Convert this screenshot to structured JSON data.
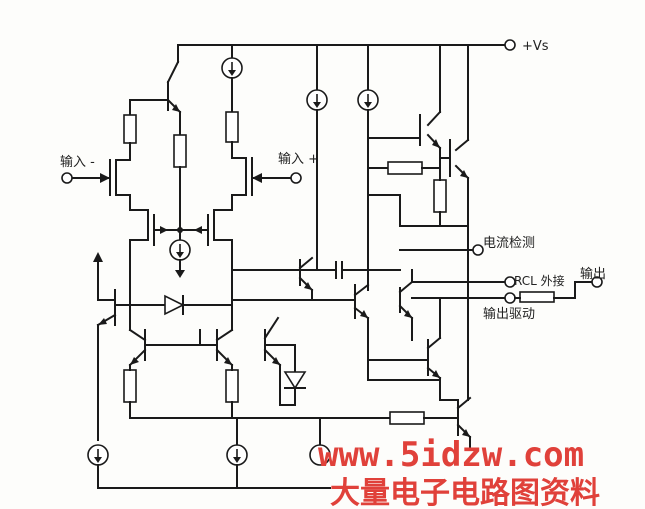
{
  "labels": {
    "supply": "+Vs",
    "input_minus": "输入 -",
    "input_plus": "输入 +",
    "current_sense": "电流检测",
    "rcl_external": "RCL 外接",
    "output": "输出",
    "output_drive": "输出驱动"
  },
  "watermark": {
    "url": "www.5idzw.com",
    "caption": "大量电子电路图资料"
  },
  "colors": {
    "ink": "#1a1a1a",
    "watermark": "#e0413a"
  }
}
